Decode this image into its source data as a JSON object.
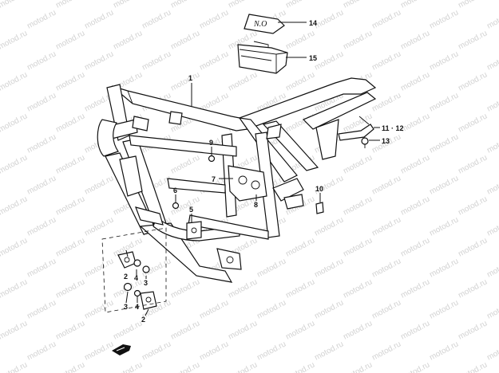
{
  "watermark": {
    "text": "motod.ru"
  },
  "callouts": [
    {
      "id": "c1",
      "text": "1"
    },
    {
      "id": "c14",
      "text": "14"
    },
    {
      "id": "c15",
      "text": "15"
    },
    {
      "id": "c11",
      "text": "11 · 12"
    },
    {
      "id": "c13",
      "text": "13"
    },
    {
      "id": "c9",
      "text": "9"
    },
    {
      "id": "c7",
      "text": "7"
    },
    {
      "id": "c8",
      "text": "8"
    },
    {
      "id": "c10",
      "text": "10"
    },
    {
      "id": "c6",
      "text": "6"
    },
    {
      "id": "c5",
      "text": "5"
    },
    {
      "id": "c4a",
      "text": "4"
    },
    {
      "id": "c3a",
      "text": "3"
    },
    {
      "id": "c2a",
      "text": "2"
    },
    {
      "id": "c4b",
      "text": "4"
    },
    {
      "id": "c3b",
      "text": "3"
    },
    {
      "id": "c2b",
      "text": "2"
    }
  ],
  "stickers": {
    "cover_plate_marking": "N.O"
  }
}
